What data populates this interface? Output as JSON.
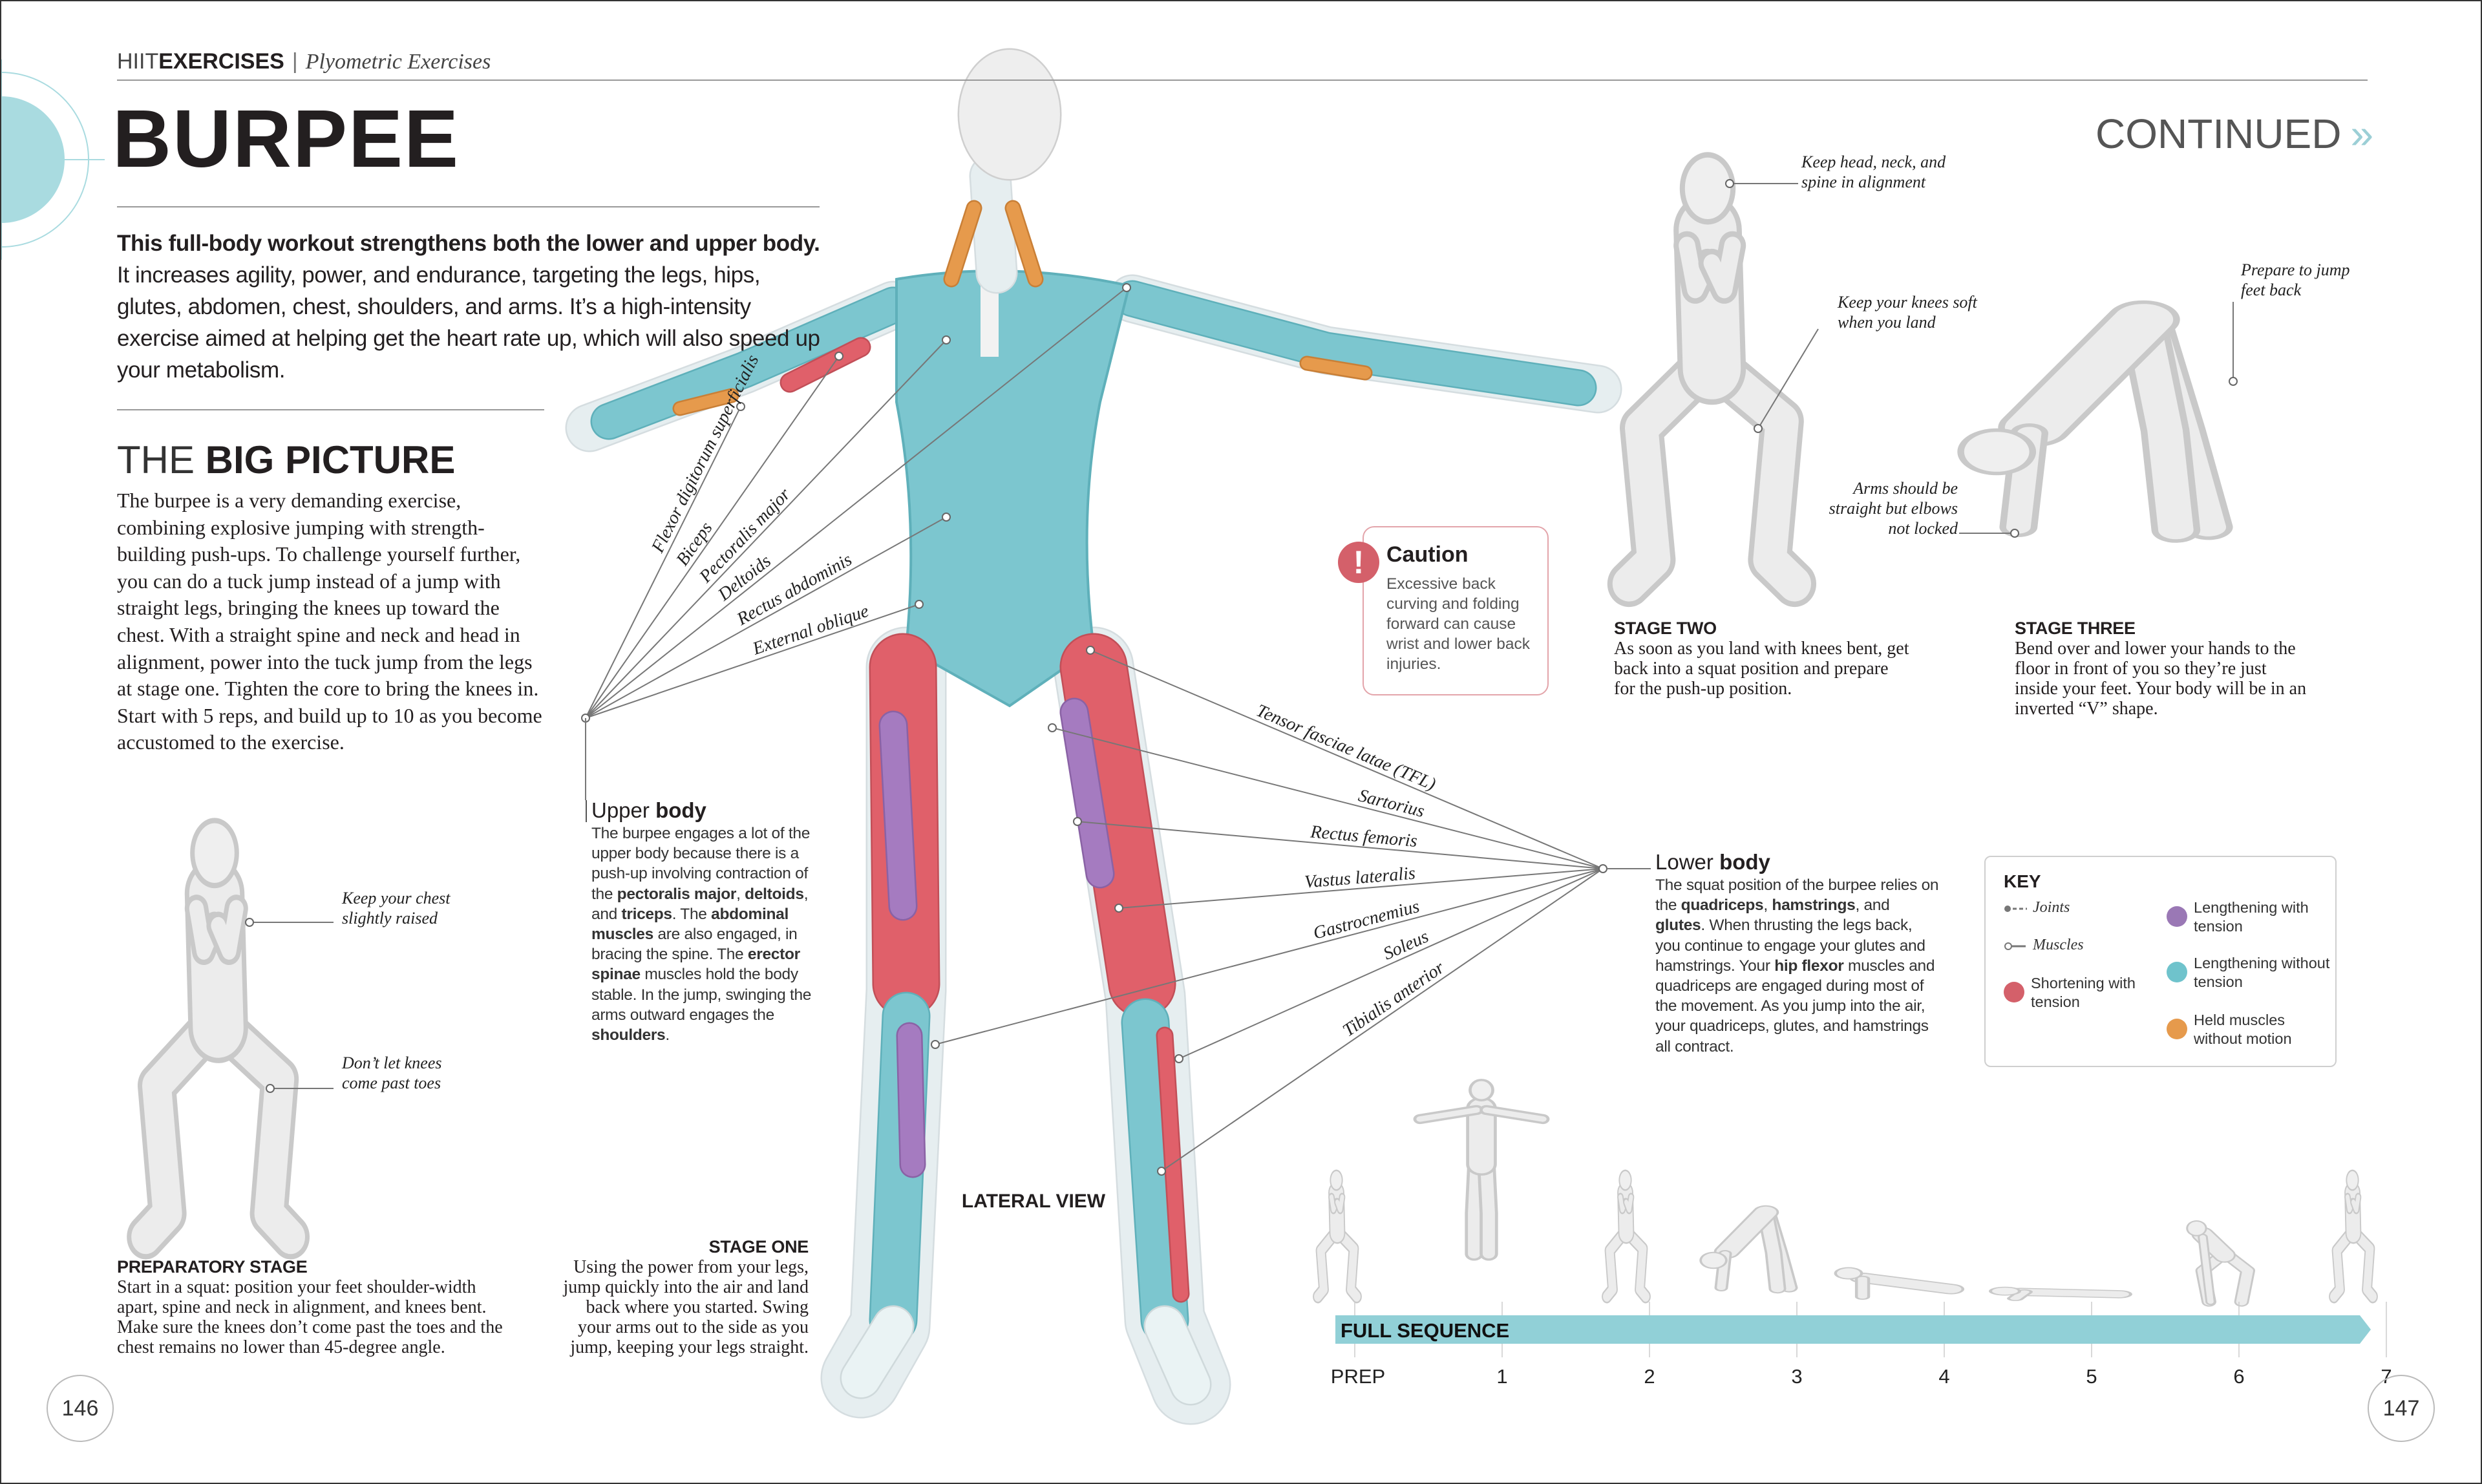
{
  "breadcrumb": {
    "section_light": "HIIT",
    "section_bold": "EXERCISES",
    "separator": "|",
    "subsection": "Plyometric Exercises"
  },
  "title": "BURPEE",
  "continued": {
    "label": "CONTINUED",
    "chevron": "»"
  },
  "intro": [
    {
      "t": "This full-body workout strengthens both the lower and upper body.",
      "b": true
    },
    {
      "t": " It increases agility, power, and endurance, targeting the legs, hips, glutes, abdomen, chest, shoulders, and arms. It’s a high-intensity exercise aimed at helping get the heart rate up, which will also speed up your metabolism.",
      "b": false
    }
  ],
  "big_picture": {
    "title_light": "THE",
    "title_bold": "BIG PICTURE",
    "text": "The burpee is a very demanding exercise, combining explosive jumping with strength-building push-ups. To challenge yourself further, you can do a tuck jump instead of a jump with straight legs, bringing the knees up toward the chest. With a straight spine and neck and head in alignment, power into the tuck jump from the legs at stage one. Tighten the core to bring the knees in. Start with 5 reps, and build up to 10 as you become accustomed to the exercise."
  },
  "upper_labels": [
    "Flexor digitorum superficialis",
    "Biceps",
    "Pectoralis major",
    "Deltoids",
    "Rectus abdominis",
    "External oblique"
  ],
  "lower_labels": [
    "Tensor fasciae latae (TFL)",
    "Sartorius",
    "Rectus femoris",
    "Vastus lateralis",
    "Gastrocnemius",
    "Soleus",
    "Tibialis anterior"
  ],
  "upper_body": {
    "heading_light": "Upper",
    "heading_bold": "body",
    "text": [
      {
        "t": "The burpee engages a lot of the upper body because there is a push-up involving contraction of the ",
        "b": false
      },
      {
        "t": "pectoralis major",
        "b": true
      },
      {
        "t": ", ",
        "b": false
      },
      {
        "t": "deltoids",
        "b": true
      },
      {
        "t": ", and ",
        "b": false
      },
      {
        "t": "triceps",
        "b": true
      },
      {
        "t": ". The ",
        "b": false
      },
      {
        "t": "abdominal muscles",
        "b": true
      },
      {
        "t": " are also engaged, in bracing the spine. The ",
        "b": false
      },
      {
        "t": "erector spinae",
        "b": true
      },
      {
        "t": " muscles hold the body stable. In the jump, swinging the arms outward engages the ",
        "b": false
      },
      {
        "t": "shoulders",
        "b": true
      },
      {
        "t": ".",
        "b": false
      }
    ]
  },
  "lower_body": {
    "heading_light": "Lower",
    "heading_bold": "body",
    "text": [
      {
        "t": "The squat position of the burpee relies on the ",
        "b": false
      },
      {
        "t": "quadriceps",
        "b": true
      },
      {
        "t": ", ",
        "b": false
      },
      {
        "t": "hamstrings",
        "b": true
      },
      {
        "t": ", and ",
        "b": false
      },
      {
        "t": "glutes",
        "b": true
      },
      {
        "t": ". When thrusting the legs back, you continue to engage your glutes and hamstrings. Your ",
        "b": false
      },
      {
        "t": "hip flexor",
        "b": true
      },
      {
        "t": " muscles and quadriceps are engaged during most of the movement. As you jump into the air, your quadriceps, glutes, and hamstrings all contract.",
        "b": false
      }
    ]
  },
  "lateral_view": "LATERAL VIEW",
  "caution": {
    "icon": "!",
    "title": "Caution",
    "text": "Excessive back curving and folding forward can cause wrist and lower back injuries."
  },
  "stages": {
    "prep": {
      "title": "PREPARATORY STAGE",
      "text": "Start in a squat: position your feet shoulder-width apart, spine and neck in alignment, and knees bent. Make sure the knees don’t come past the toes and the chest remains no lower than 45-degree angle.",
      "notes": [
        "Keep your chest slightly raised",
        "Don’t let knees come past toes"
      ]
    },
    "one": {
      "title": "STAGE ONE",
      "text": "Using the power from your legs, jump quickly into the air and land back where you started. Swing your arms out to the side as you jump, keeping your legs straight."
    },
    "two": {
      "title": "STAGE TWO",
      "text": "As soon as you land with knees bent, get back into a squat position and prepare for the push-up position.",
      "notes": [
        "Keep head, neck, and spine in alignment",
        "Keep your knees soft when you land"
      ]
    },
    "three": {
      "title": "STAGE THREE",
      "text": "Bend over and lower your hands to the floor in front of you so they’re just inside your feet. Your body will be in an inverted “V” shape.",
      "notes": [
        "Prepare to jump feet back",
        "Arms should be straight but elbows not locked"
      ]
    }
  },
  "key": {
    "title": "KEY",
    "joints": "Joints",
    "muscles": "Muscles",
    "items": [
      {
        "label": "Shortening with tension",
        "color": "#d4606a"
      },
      {
        "label": "Lengthening with tension",
        "color": "#9a78b5"
      },
      {
        "label": "Lengthening without tension",
        "color": "#6fc3cc"
      },
      {
        "label": "Held muscles without motion",
        "color": "#e69a4c"
      }
    ]
  },
  "sequence": {
    "label": "FULL SEQUENCE",
    "steps": [
      "PREP",
      "1",
      "2",
      "3",
      "4",
      "5",
      "6",
      "7"
    ]
  },
  "pages": {
    "left": "146",
    "right": "147"
  },
  "colors": {
    "accent_teal": "#91d0d7",
    "muscle_teal": "#7cc6cf",
    "muscle_red": "#e0606a",
    "muscle_purple": "#a57bc0",
    "muscle_orange": "#e69a4c",
    "caution_red": "#d4606a"
  }
}
